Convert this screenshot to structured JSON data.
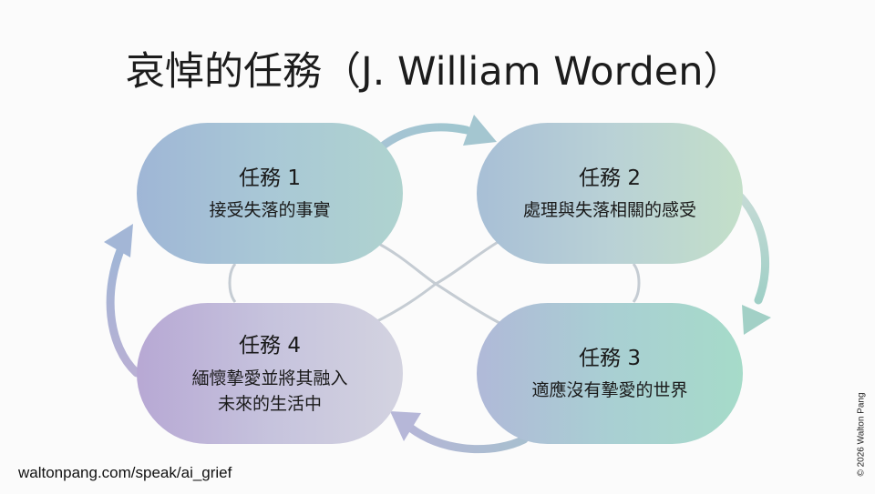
{
  "title": "哀悼的任務（J. William Worden）",
  "tasks": [
    {
      "name": "任務 1",
      "description": "接受失落的事實",
      "color_left": "#9fb6d6",
      "color_right": "#afd3cf"
    },
    {
      "name": "任務 2",
      "description": "處理與失落相關的感受",
      "color_left": "#a8bfd6",
      "color_right": "#c3dfc9"
    },
    {
      "name": "任務 3",
      "description": "適應沒有摯愛的世界",
      "color_left": "#b0b9d8",
      "color_right": "#a6dbc9"
    },
    {
      "name": "任務 4",
      "description_line1": "緬懷摯愛並將其融入",
      "description_line2": "未來的生活中",
      "color_left": "#b7a8d4",
      "color_right": "#d3d3e0"
    }
  ],
  "flow": [
    "任務 1",
    "任務 2",
    "任務 3",
    "任務 4",
    "任務 1"
  ],
  "arrow_icons": [
    "arrow-1-to-2-icon",
    "arrow-2-to-3-icon",
    "arrow-3-to-4-icon",
    "arrow-4-to-1-icon"
  ],
  "footer": {
    "url": "waltonpang.com/speak/ai_grief",
    "copyright": "© 2026 Walton Pang"
  }
}
